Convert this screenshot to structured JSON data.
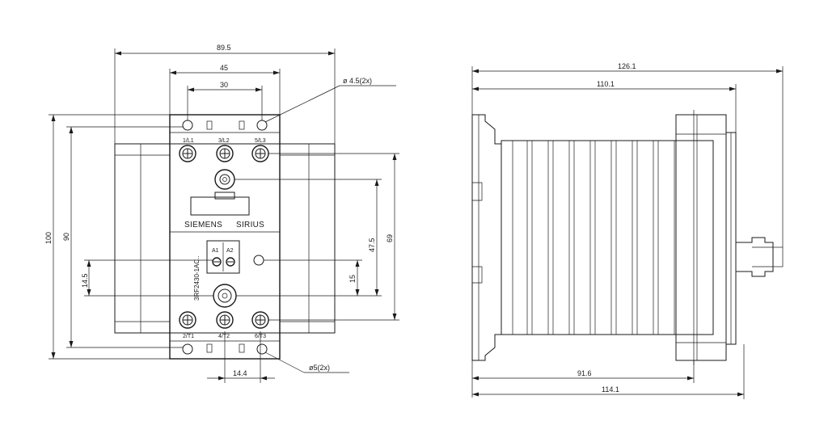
{
  "front_view": {
    "dimensions": {
      "overall_width": "89.5",
      "module_width": "45",
      "hole_spacing": "30",
      "hole_top": "ø 4.5(2x)",
      "hole_bottom": "ø5(2x)",
      "overall_height": "100",
      "heatsink_height": "90",
      "control_offset": "14.5",
      "pitch_vertical": "47.5",
      "terminal_spacing": "69",
      "led_offset": "15",
      "bottom_offset": "14.4"
    },
    "terminals": {
      "top": [
        "1/L1",
        "3/L2",
        "5/L3"
      ],
      "bottom": [
        "2/T1",
        "4/T2",
        "6/T3"
      ],
      "control": [
        "A1",
        "A2"
      ]
    },
    "brand": "SIEMENS",
    "product_line": "SIRIUS",
    "part_number": "3RF2430-1AC.."
  },
  "side_view": {
    "dimensions": {
      "overall_depth": "126.1",
      "depth_mid": "110.1",
      "depth_bottom_a": "91.6",
      "depth_bottom_b": "114.1"
    }
  }
}
